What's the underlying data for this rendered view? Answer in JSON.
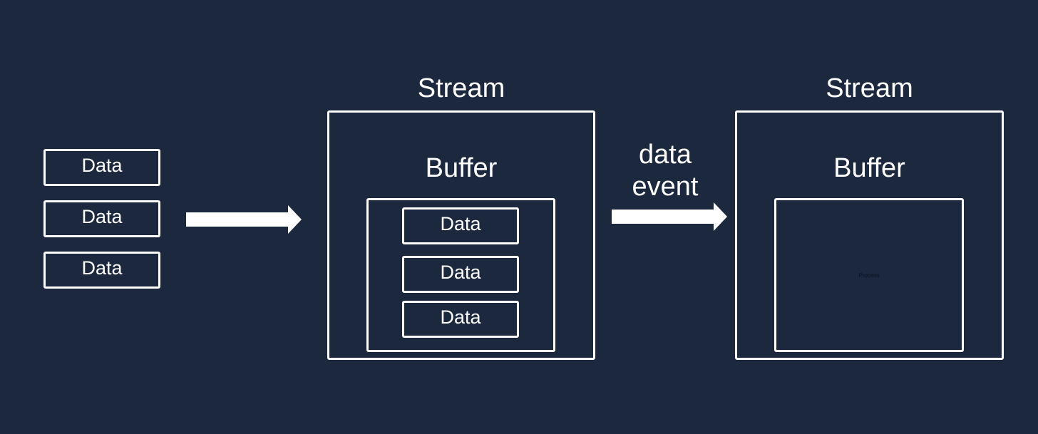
{
  "source_items": [
    "Data",
    "Data",
    "Data"
  ],
  "stream_1": {
    "title": "Stream",
    "buffer_label": "Buffer",
    "buffer_items": [
      "Data",
      "Data",
      "Data"
    ]
  },
  "transition": {
    "label_line1": "data",
    "label_line2": "event"
  },
  "stream_2": {
    "title": "Stream",
    "buffer_label": "Buffer",
    "process_label": "Process"
  },
  "colors": {
    "background": "#1b283e",
    "foreground": "#ffffff"
  }
}
